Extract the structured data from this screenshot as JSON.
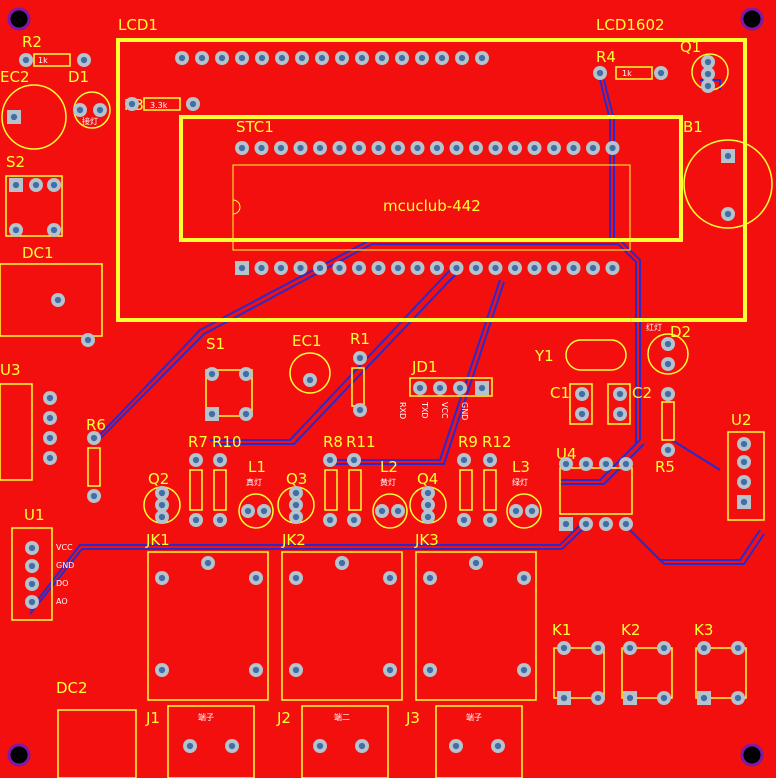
{
  "board": {
    "colors": {
      "copper": "#f40f0f",
      "silk": "#ffff33",
      "pad": "#b7c3cc",
      "hole": "#406fa8",
      "trace": "#2a2acc",
      "mount": "#7a1aa8"
    },
    "labels": {
      "lcd1": "LCD1",
      "lcd1602": "LCD1602",
      "r2": "R2",
      "r2v": "1k",
      "ec2": "EC2",
      "d1": "D1",
      "d1n": "接灯",
      "r3": "R3",
      "r3v": "3.3k",
      "stc1": "STC1",
      "chip": "mcuclub-442",
      "r4": "R4",
      "r4v": "1k",
      "q1": "Q1",
      "b1": "B1",
      "s2": "S2",
      "dc1": "DC1",
      "u3": "U3",
      "s1": "S1",
      "ec1": "EC1",
      "r1": "R1",
      "jd1": "JD1",
      "rxd": "RXD",
      "txd": "TXD",
      "vcc": "VCC",
      "gnd": "GND",
      "y1": "Y1",
      "d2": "D2",
      "d2n": "红灯",
      "c1": "C1",
      "c2": "C2",
      "u2": "U2",
      "u4": "U4",
      "r5": "R5",
      "r6": "R6",
      "r7": "R7",
      "r10": "R10",
      "l1": "L1",
      "l1n": "真灯",
      "r8": "R8",
      "r11": "R11",
      "l2": "L2",
      "l2n": "黄灯",
      "r9": "R9",
      "r12": "R12",
      "l3": "L3",
      "l3n": "绿灯",
      "q2": "Q2",
      "q3": "Q3",
      "q4": "Q4",
      "u1": "U1",
      "jk1": "JK1",
      "jk2": "JK2",
      "jk3": "JK3",
      "k1": "K1",
      "k2": "K2",
      "k3": "K3",
      "dc2": "DC2",
      "j1": "J1",
      "j2": "J2",
      "j3": "J3",
      "j1n": "端子",
      "j2n": "端二",
      "j3n": "端子",
      "u1a": "VCC",
      "u1b": "GND",
      "u1c": "DO",
      "u1d": "AO"
    }
  }
}
